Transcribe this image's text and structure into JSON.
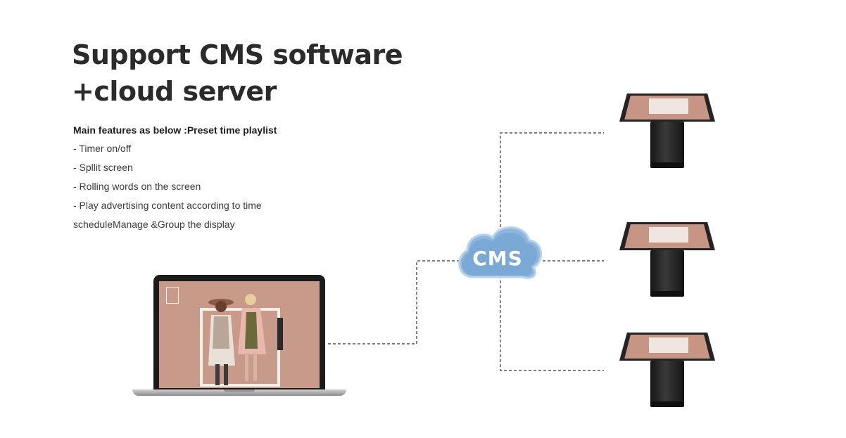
{
  "title": {
    "line1": "Support CMS software",
    "line2": "+cloud server"
  },
  "features": {
    "heading": "Main features as below :Preset time playlist",
    "items": [
      "- Timer on/off",
      "- Spllit screen",
      "- Rolling words on the screen",
      "- Play advertising content according to time",
      "scheduleManage &Group the display"
    ]
  },
  "cloud": {
    "label": "CMS",
    "color": "#7ba9d6"
  },
  "colors": {
    "connector": "#333333",
    "screen_background": "#c89a89",
    "device_body": "#1b1b1b"
  },
  "devices": {
    "source": "laptop-icon",
    "targets": [
      "kiosk-icon",
      "kiosk-icon",
      "kiosk-icon"
    ]
  }
}
